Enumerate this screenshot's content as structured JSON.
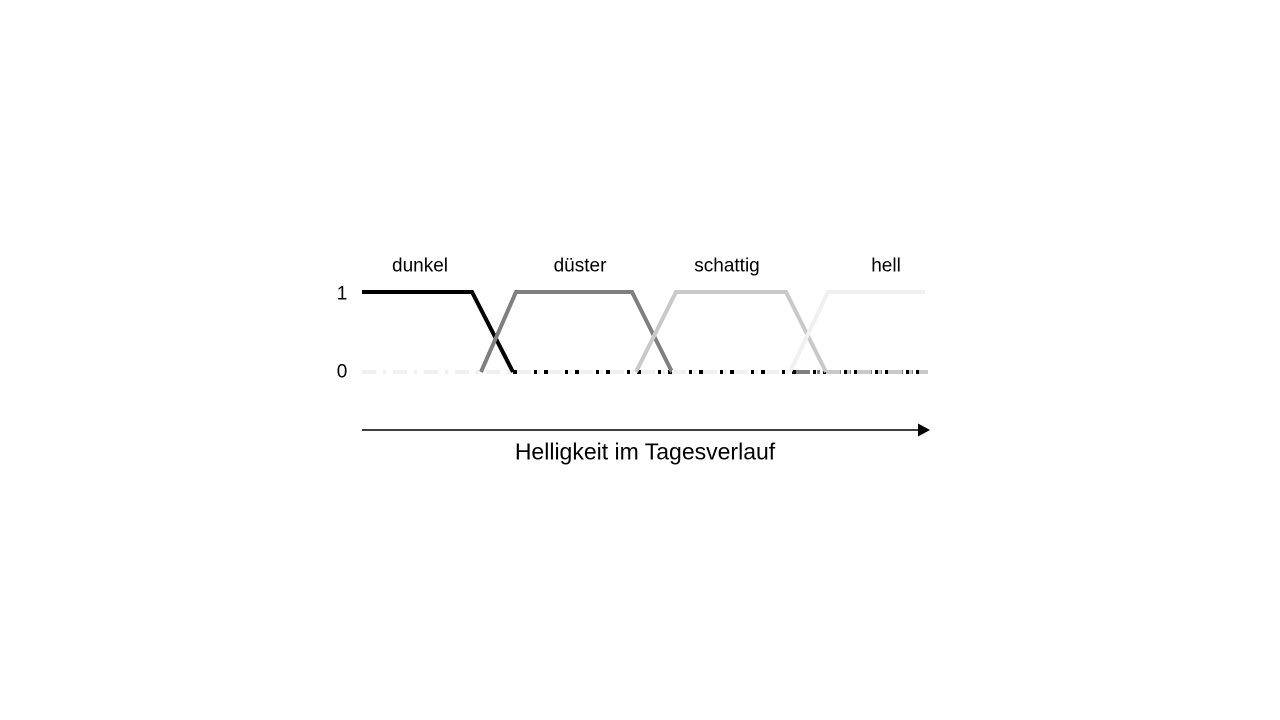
{
  "figure": {
    "background_color": "#ffffff",
    "axis_caption": "Helligkeit im Tagesverlauf",
    "y_tick_top": "1",
    "y_tick_bottom": "0"
  },
  "chart_data": {
    "type": "line",
    "title": "",
    "subtitle": "",
    "xlabel": "Helligkeit im Tagesverlauf",
    "ylabel": "",
    "xlim": [
      362,
      928
    ],
    "ylim": [
      0,
      1
    ],
    "grid": false,
    "legend_position": "above-plot-inline",
    "y_tick_labels": [
      "0",
      "1"
    ],
    "y_tick_values": [
      0,
      1
    ],
    "x_axis_style": "arrow-right",
    "description": "Fuzzy set membership functions (trapezoidal) for four linguistic brightness terms over the course of a day",
    "series": [
      {
        "name": "dunkel",
        "color": "#000000",
        "label_x": 420,
        "label_y": 266,
        "points": [
          {
            "x": 362,
            "y": 1
          },
          {
            "x": 472,
            "y": 1
          },
          {
            "x": 513,
            "y": 0
          },
          {
            "x": 928,
            "y": 0
          }
        ]
      },
      {
        "name": "düster",
        "color": "#7f7f7f",
        "label_x": 580,
        "label_y": 266,
        "points": [
          {
            "x": 362,
            "y": 0
          },
          {
            "x": 481,
            "y": 0
          },
          {
            "x": 516,
            "y": 1
          },
          {
            "x": 632,
            "y": 1
          },
          {
            "x": 672,
            "y": 0
          },
          {
            "x": 928,
            "y": 0
          }
        ]
      },
      {
        "name": "schattig",
        "color": "#c9c9c9",
        "label_x": 727,
        "label_y": 266,
        "points": [
          {
            "x": 362,
            "y": 0
          },
          {
            "x": 636,
            "y": 0
          },
          {
            "x": 676,
            "y": 1
          },
          {
            "x": 786,
            "y": 1
          },
          {
            "x": 826,
            "y": 0
          },
          {
            "x": 928,
            "y": 0
          }
        ]
      },
      {
        "name": "hell",
        "color": "#f0f0f0",
        "label_x": 886,
        "label_y": 266,
        "points": [
          {
            "x": 362,
            "y": 0
          },
          {
            "x": 790,
            "y": 0
          },
          {
            "x": 828,
            "y": 1
          },
          {
            "x": 925,
            "y": 1
          }
        ]
      }
    ]
  }
}
